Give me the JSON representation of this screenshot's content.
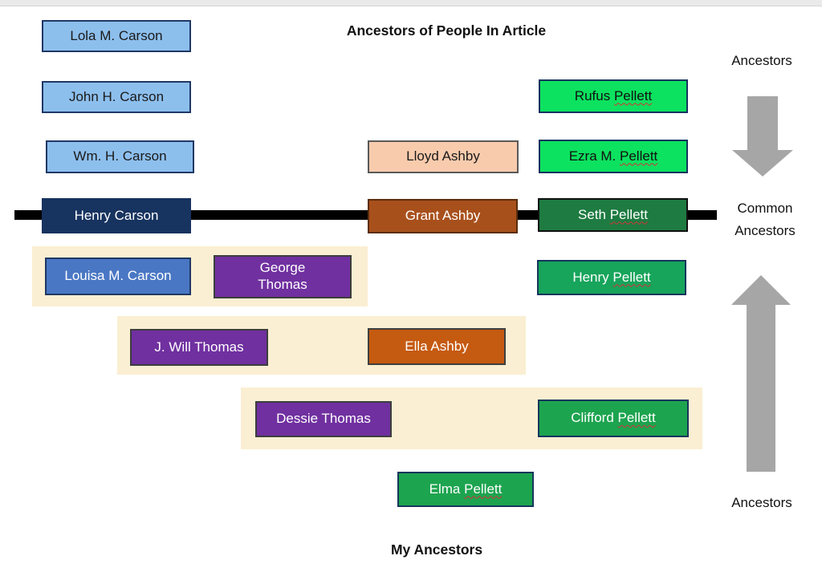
{
  "title": "Ancestors of People In Article",
  "footer": "My Ancestors",
  "side": {
    "top_label": "Ancestors",
    "middle_label": "Common Ancestors",
    "bottom_label": "Ancestors"
  },
  "colors": {
    "light_blue": "#8DBFED",
    "navy": "#17335F",
    "medium_blue": "#4A77C4",
    "purple": "#7030A0",
    "peach": "#F8CBAD",
    "brown": "#A8501C",
    "orange": "#C55A11",
    "spring_green": "#0CE25F",
    "dark_green": "#1E7B41",
    "mid_green": "#17A45B",
    "green": "#1DA44F",
    "highlight_band": "#FAEFD2",
    "arrow_gray": "#A6A6A6",
    "timeline_black": "#000000",
    "spellcheck_red": "#D13438"
  },
  "people": {
    "lola": {
      "name": "Lola M. Carson",
      "pre": "Lola M. Carson",
      "sq": ""
    },
    "john": {
      "name": "John H. Carson",
      "pre": "John H. Carson",
      "sq": ""
    },
    "wm": {
      "name": "Wm. H. Carson",
      "pre": "Wm. H. Carson",
      "sq": ""
    },
    "lloyd": {
      "name": "Lloyd Ashby",
      "pre": "Lloyd Ashby",
      "sq": ""
    },
    "rufus": {
      "name": "Rufus Pellett",
      "pre": "Rufus ",
      "sq": "Pellett"
    },
    "ezra": {
      "name": "Ezra M. Pellett",
      "pre": "Ezra M. ",
      "sq": "Pellett"
    },
    "henry_carson": {
      "name": "Henry Carson",
      "pre": "Henry Carson",
      "sq": ""
    },
    "grant": {
      "name": "Grant Ashby",
      "pre": "Grant Ashby",
      "sq": ""
    },
    "seth": {
      "name": "Seth Pellett",
      "pre": "Seth ",
      "sq": "Pellett"
    },
    "louisa": {
      "name": "Louisa M. Carson",
      "pre": "Louisa M. Carson",
      "sq": ""
    },
    "george": {
      "name": "George Thomas",
      "pre": "George\nThomas",
      "sq": ""
    },
    "henry_pellett": {
      "name": "Henry Pellett",
      "pre": "Henry ",
      "sq": "Pellett"
    },
    "jwill": {
      "name": "J. Will Thomas",
      "pre": "J. Will Thomas",
      "sq": ""
    },
    "ella": {
      "name": "Ella Ashby",
      "pre": "Ella Ashby",
      "sq": ""
    },
    "dessie": {
      "name": "Dessie Thomas",
      "pre": "Dessie Thomas",
      "sq": ""
    },
    "clifford": {
      "name": "Clifford Pellett",
      "pre": "Clifford ",
      "sq": "Pellett"
    },
    "elma": {
      "name": "Elma Pellett",
      "pre": "Elma ",
      "sq": "Pellett"
    }
  }
}
